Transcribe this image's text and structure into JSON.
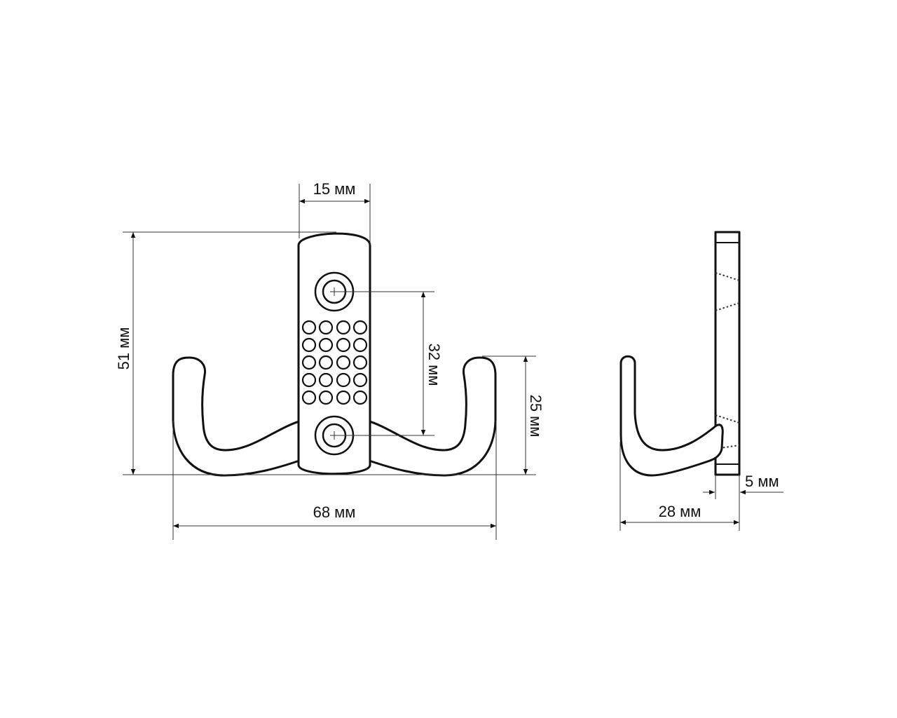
{
  "dimensions": {
    "plate_width": "15 мм",
    "total_height": "51 мм",
    "hole_spacing": "32 мм",
    "hook_height": "25 мм",
    "total_width": "68 мм",
    "plate_thickness": "5 мм",
    "depth": "28 мм"
  },
  "colors": {
    "line": "#111111",
    "background": "#ffffff"
  }
}
